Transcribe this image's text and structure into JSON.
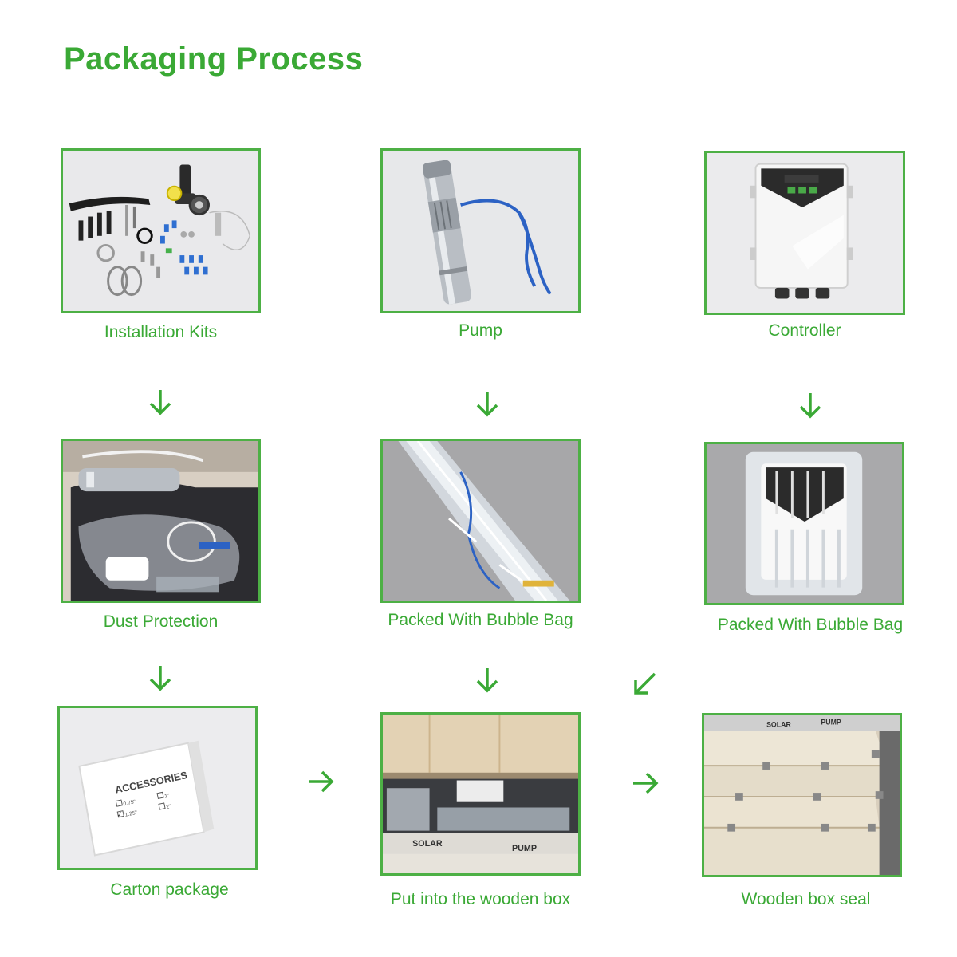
{
  "title": "Packaging Process",
  "colors": {
    "accent": "#3aa935",
    "frame_border": "#4db045",
    "arrow": "#3aa935"
  },
  "steps": [
    {
      "caption": "Installation Kits"
    },
    {
      "caption": "Pump"
    },
    {
      "caption": "Controller"
    },
    {
      "caption": "Dust Protection"
    },
    {
      "caption": "Packed With Bubble Bag"
    },
    {
      "caption": "Packed With Bubble Bag"
    },
    {
      "caption": "Carton package",
      "box_label": "ACCESSORIES",
      "options": [
        "0.75\"",
        "1\"",
        "1.25\"",
        "2\""
      ]
    },
    {
      "caption": "Put into the wooden box",
      "box_text": [
        "SOLAR",
        "PUMP"
      ]
    },
    {
      "caption": "Wooden box seal",
      "box_text": [
        "SOLAR",
        "PUMP"
      ]
    }
  ],
  "arrows": [
    "arrow-down-icon",
    "arrow-down-icon",
    "arrow-down-icon",
    "arrow-down-icon",
    "arrow-down-icon",
    "arrow-down-left-icon",
    "arrow-right-icon",
    "arrow-right-icon"
  ]
}
